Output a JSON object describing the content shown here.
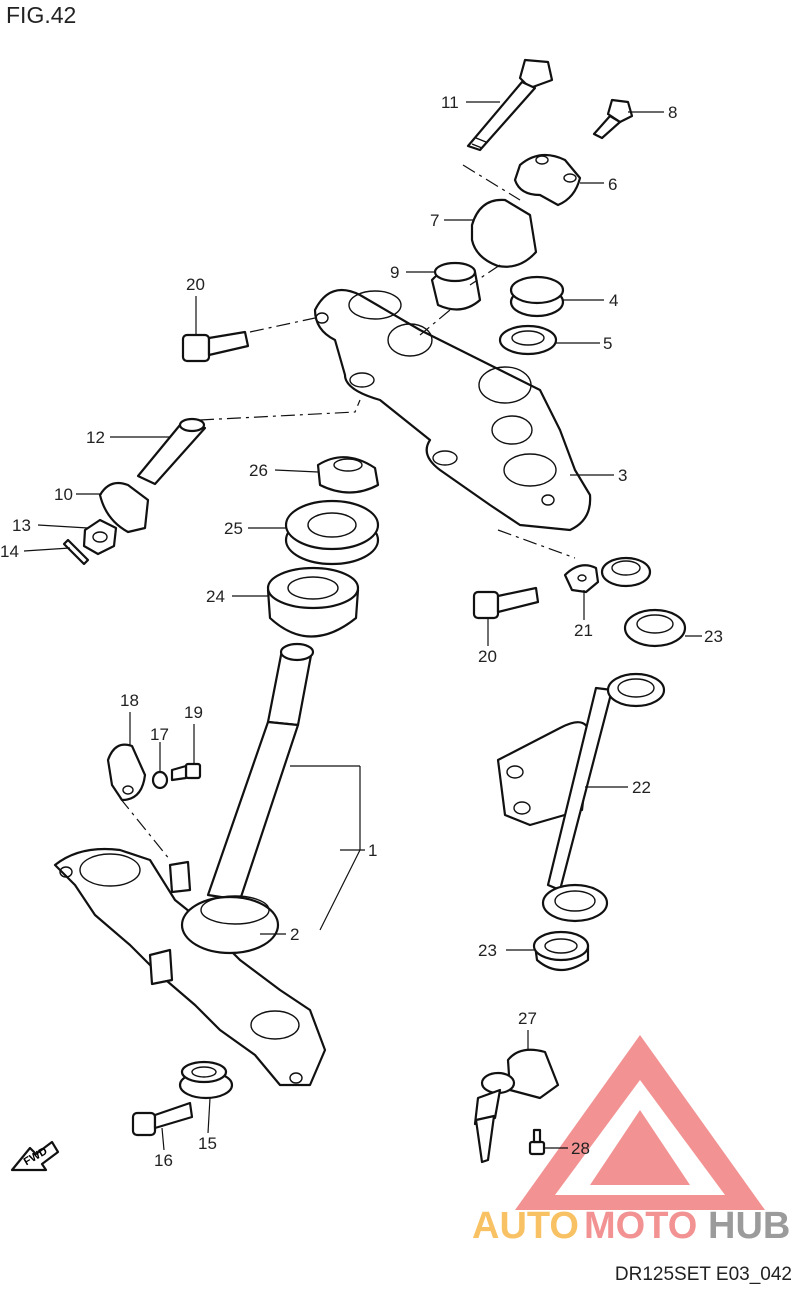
{
  "figure": {
    "title": "FIG.42",
    "code": "DR125SET E03_042"
  },
  "callouts": [
    {
      "id": "c1",
      "label": "1"
    },
    {
      "id": "c2",
      "label": "2"
    },
    {
      "id": "c3",
      "label": "3"
    },
    {
      "id": "c4",
      "label": "4"
    },
    {
      "id": "c5",
      "label": "5"
    },
    {
      "id": "c6",
      "label": "6"
    },
    {
      "id": "c7",
      "label": "7"
    },
    {
      "id": "c8",
      "label": "8"
    },
    {
      "id": "c9",
      "label": "9"
    },
    {
      "id": "c10",
      "label": "10"
    },
    {
      "id": "c11",
      "label": "11"
    },
    {
      "id": "c12",
      "label": "12"
    },
    {
      "id": "c13",
      "label": "13"
    },
    {
      "id": "c14",
      "label": "14"
    },
    {
      "id": "c15",
      "label": "15"
    },
    {
      "id": "c16",
      "label": "16"
    },
    {
      "id": "c17",
      "label": "17"
    },
    {
      "id": "c18",
      "label": "18"
    },
    {
      "id": "c19",
      "label": "19"
    },
    {
      "id": "c20a",
      "label": "20"
    },
    {
      "id": "c20b",
      "label": "20"
    },
    {
      "id": "c21",
      "label": "21"
    },
    {
      "id": "c22",
      "label": "22"
    },
    {
      "id": "c23a",
      "label": "23"
    },
    {
      "id": "c23b",
      "label": "23"
    },
    {
      "id": "c24",
      "label": "24"
    },
    {
      "id": "c25",
      "label": "25"
    },
    {
      "id": "c26",
      "label": "26"
    },
    {
      "id": "c27",
      "label": "27"
    },
    {
      "id": "c28",
      "label": "28"
    }
  ],
  "fwd_label": "FWD",
  "watermark": {
    "part1": "AUTO",
    "part2": "MOTO",
    "part3": "HUB",
    "colors": {
      "orange": "#f7b84a",
      "red": "#f08080",
      "gray": "#8a8a8a"
    }
  }
}
